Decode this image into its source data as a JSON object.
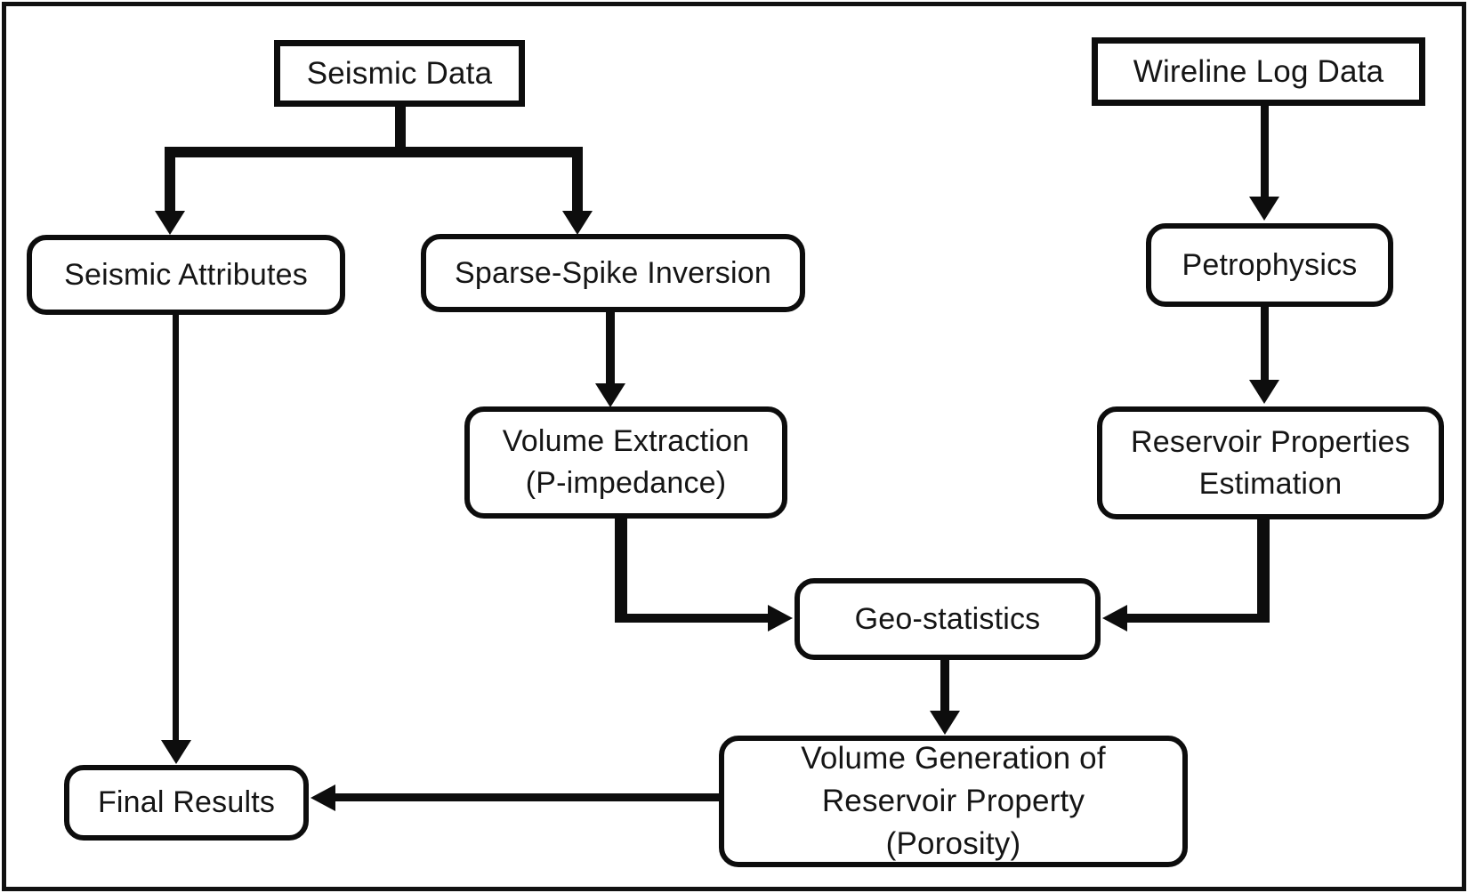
{
  "diagram": {
    "colors": {
      "line": "#0d0d0d",
      "background": "#ffffff",
      "text": "#151515"
    },
    "nodes": {
      "seismic_data": {
        "label": "Seismic Data",
        "shape": "rectangle"
      },
      "wireline_log_data": {
        "label": "Wireline Log Data",
        "shape": "rectangle"
      },
      "seismic_attributes": {
        "label": "Seismic Attributes",
        "shape": "rounded"
      },
      "sparse_spike_inversion": {
        "label": "Sparse-Spike Inversion",
        "shape": "rounded"
      },
      "petrophysics": {
        "label": "Petrophysics",
        "shape": "rounded"
      },
      "volume_extraction": {
        "label": "Volume Extraction\n(P-impedance)",
        "shape": "rounded"
      },
      "reservoir_properties_estimation": {
        "label": "Reservoir Properties\nEstimation",
        "shape": "rounded"
      },
      "geo_statistics": {
        "label": "Geo-statistics",
        "shape": "rounded"
      },
      "volume_generation": {
        "label": "Volume Generation of\nReservoir Property\n(Porosity)",
        "shape": "rounded"
      },
      "final_results": {
        "label": "Final Results",
        "shape": "rounded"
      }
    },
    "edges": [
      {
        "from": "seismic_data",
        "to": "seismic_attributes"
      },
      {
        "from": "seismic_data",
        "to": "sparse_spike_inversion"
      },
      {
        "from": "sparse_spike_inversion",
        "to": "volume_extraction"
      },
      {
        "from": "volume_extraction",
        "to": "geo_statistics"
      },
      {
        "from": "wireline_log_data",
        "to": "petrophysics"
      },
      {
        "from": "petrophysics",
        "to": "reservoir_properties_estimation"
      },
      {
        "from": "reservoir_properties_estimation",
        "to": "geo_statistics"
      },
      {
        "from": "geo_statistics",
        "to": "volume_generation"
      },
      {
        "from": "volume_generation",
        "to": "final_results"
      },
      {
        "from": "seismic_attributes",
        "to": "final_results"
      }
    ]
  }
}
